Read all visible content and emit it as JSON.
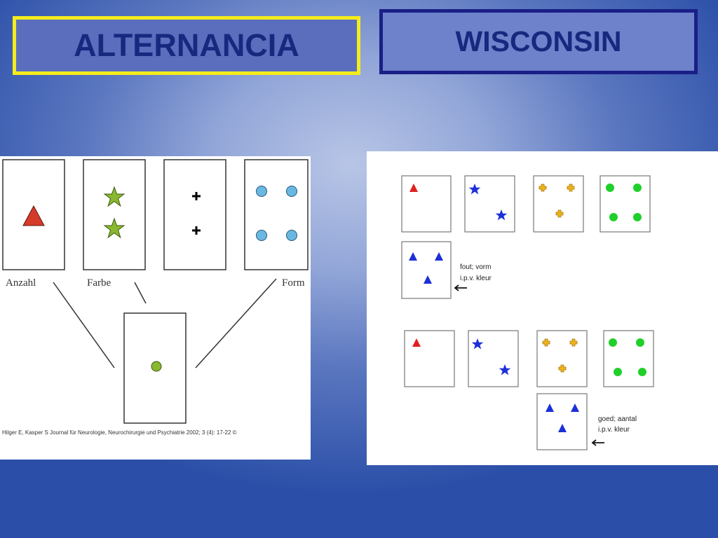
{
  "titles": {
    "left": "ALTERNANCIA",
    "right": "WISCONSIN"
  },
  "left_panel": {
    "card_labels": [
      "Anzahl",
      "Farbe",
      "Form"
    ],
    "citation": "Hilger E, Kasper S Journal für Neurologie, Neurochirurgie und Psychiatrie 2002; 3 (4): 17-22 ©"
  },
  "right_panel": {
    "annotation_1": [
      "fout; vorm",
      "i.p.v.  kleur"
    ],
    "annotation_2": [
      "goed; aantal",
      "i.p.v. kleur"
    ]
  },
  "colors": {
    "red": "#d63a2a",
    "green": "#8ab82e",
    "light_blue": "#69b8e2",
    "blue": "#1c2fd8",
    "orange": "#f0b21c",
    "bright_green": "#20d02a",
    "title_left_border": "#f4ec1c",
    "title_right_border": "#1a1f86"
  }
}
